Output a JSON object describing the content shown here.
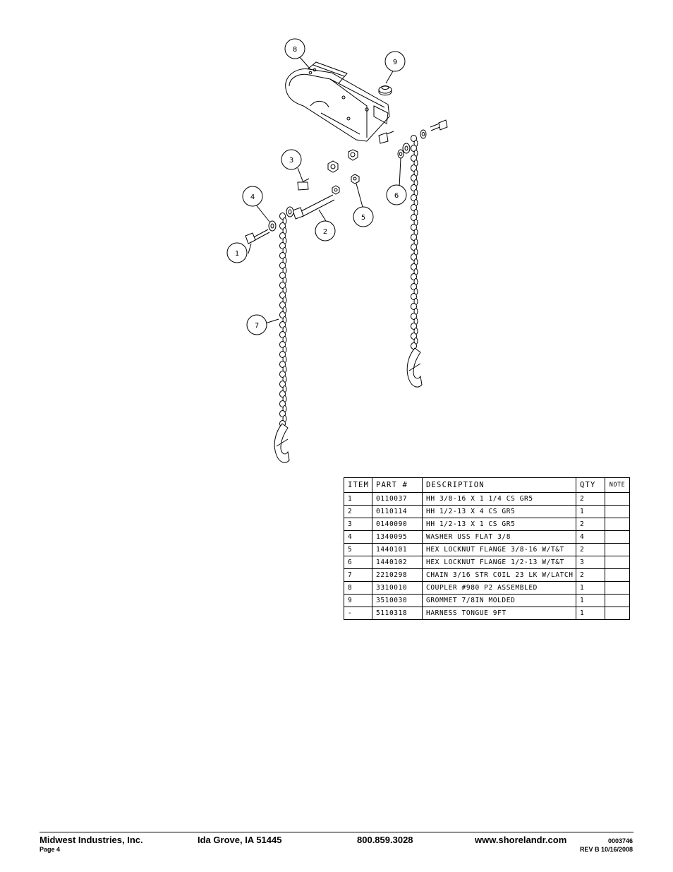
{
  "callouts": [
    "1",
    "2",
    "3",
    "4",
    "5",
    "6",
    "7",
    "8",
    "9"
  ],
  "table": {
    "headers": [
      "ITEM",
      "PART #",
      "DESCRIPTION",
      "QTY",
      "NOTE"
    ],
    "rows": [
      [
        "1",
        "0110037",
        "HH 3/8-16 X 1 1/4 CS GR5",
        "2",
        ""
      ],
      [
        "2",
        "0110114",
        "HH 1/2-13 X 4 CS GR5",
        "1",
        ""
      ],
      [
        "3",
        "0140090",
        "HH 1/2-13 X 1 CS GR5",
        "2",
        ""
      ],
      [
        "4",
        "1340095",
        "WASHER USS FLAT 3/8",
        "4",
        ""
      ],
      [
        "5",
        "1440101",
        "HEX LOCKNUT FLANGE 3/8-16 W/T&T",
        "2",
        ""
      ],
      [
        "6",
        "1440102",
        "HEX LOCKNUT FLANGE 1/2-13 W/T&T",
        "3",
        ""
      ],
      [
        "7",
        "2210298",
        "CHAIN 3/16 STR COIL 23 LK W/LATCH",
        "2",
        ""
      ],
      [
        "8",
        "3310010",
        "COUPLER #980 P2 ASSEMBLED",
        "1",
        ""
      ],
      [
        "9",
        "3510030",
        "GROMMET  7/8IN MOLDED",
        "1",
        ""
      ],
      [
        "-",
        "5110318",
        "HARNESS TONGUE 9FT",
        "1",
        ""
      ]
    ]
  },
  "footer": {
    "company": "Midwest Industries, Inc.",
    "page": "Page 4",
    "location": "Ida Grove, IA  51445",
    "phone": "800.859.3028",
    "website": "www.shorelandr.com",
    "doc_number": "0003746",
    "revision": "REV B  10/16/2008"
  }
}
